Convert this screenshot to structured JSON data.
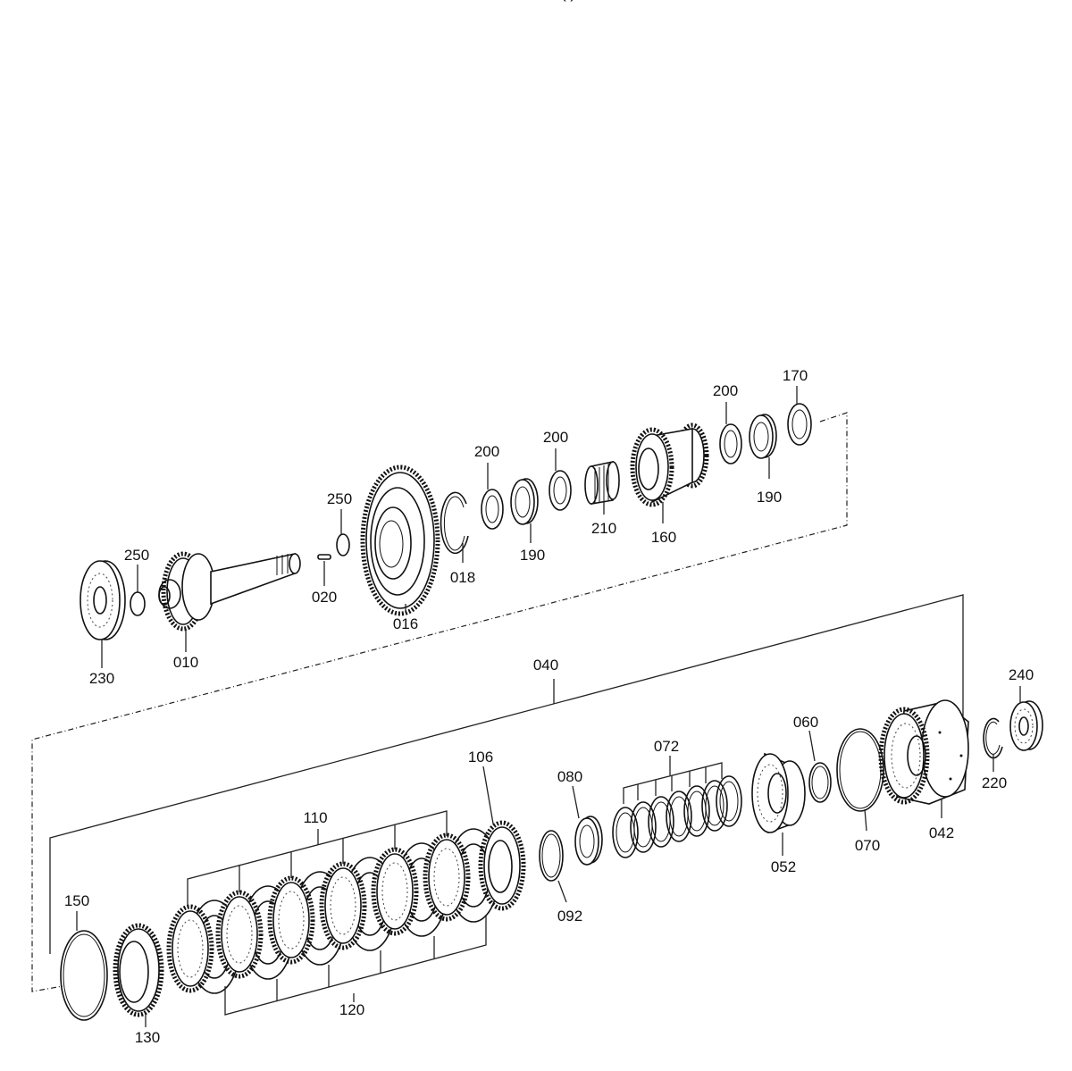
{
  "header": {
    "title_fragment": "(   )"
  },
  "part_labels": {
    "p010": "010",
    "p016": "016",
    "p018": "018",
    "p020": "020",
    "p040": "040",
    "p042": "042",
    "p052": "052",
    "p060": "060",
    "p070": "070",
    "p072": "072",
    "p080": "080",
    "p092": "092",
    "p106": "106",
    "p110": "110",
    "p120": "120",
    "p130": "130",
    "p150": "150",
    "p160": "160",
    "p170": "170",
    "p190a": "190",
    "p190b": "190",
    "p200a": "200",
    "p200b": "200",
    "p200c": "200",
    "p210": "210",
    "p220": "220",
    "p230": "230",
    "p240": "240",
    "p250a": "250",
    "p250b": "250"
  }
}
